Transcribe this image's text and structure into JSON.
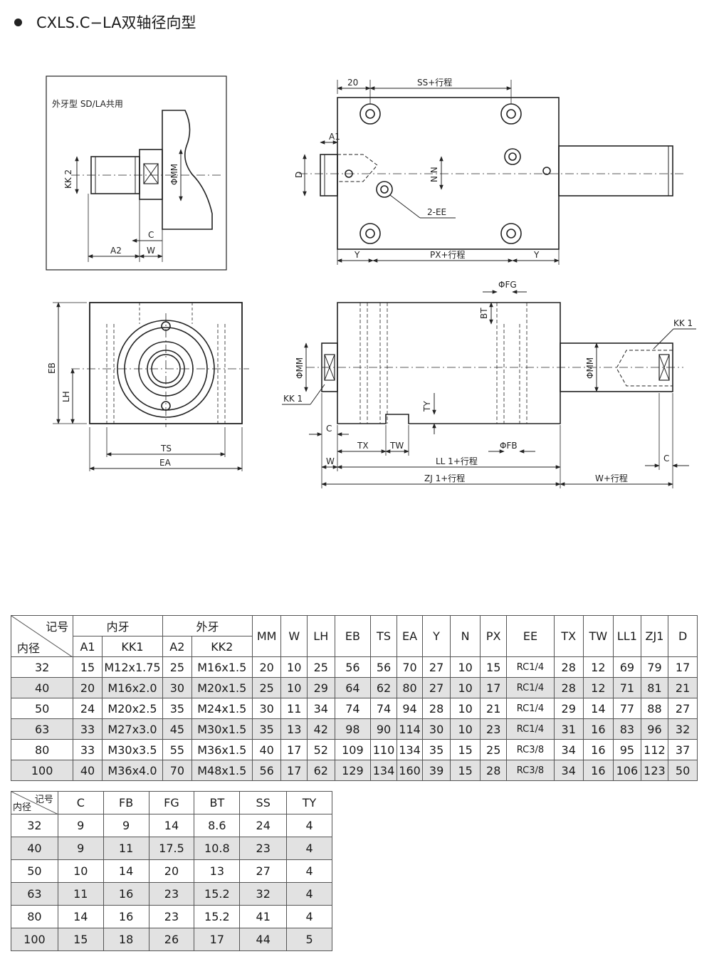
{
  "heading": {
    "title": "CXLS.C−LA双轴径向型"
  },
  "drawing": {
    "inset_title": "外牙型  SD/LA共用",
    "labels": {
      "kk2": "KK 2",
      "mm": "ΦMM",
      "c": "C",
      "a2": "A2",
      "w": "W",
      "twenty": "20",
      "ss": "SS+行程",
      "a1": "A1",
      "d": "D",
      "nn": "N N",
      "ee": "2-EE",
      "y": "Y",
      "px": "PX+行程",
      "fg": "ΦFG",
      "bt": "BT",
      "kk1": "KK 1",
      "ty": "TY",
      "tx": "TX",
      "tw": "TW",
      "fb": "ΦFB",
      "ll": "LL 1+行程",
      "zj": "ZJ 1+行程",
      "wstroke": "W+行程",
      "eb": "EB",
      "lh": "LH",
      "ts": "TS",
      "ea": "EA"
    }
  },
  "table1": {
    "corner_top": "记号",
    "corner_bottom": "内径",
    "group_inner": "内牙",
    "group_outer": "外牙",
    "sub_headers": [
      "A1",
      "KK1",
      "A2",
      "KK2"
    ],
    "headers": [
      "MM",
      "W",
      "LH",
      "EB",
      "TS",
      "EA",
      "Y",
      "N",
      "PX",
      "EE",
      "TX",
      "TW",
      "LL1",
      "ZJ1",
      "D"
    ],
    "rows": [
      [
        "32",
        "15",
        "M12x1.75",
        "25",
        "M16x1.5",
        "20",
        "10",
        "25",
        "56",
        "56",
        "70",
        "27",
        "10",
        "15",
        "RC1/4",
        "28",
        "12",
        "69",
        "79",
        "17"
      ],
      [
        "40",
        "20",
        "M16x2.0",
        "30",
        "M20x1.5",
        "25",
        "10",
        "29",
        "64",
        "62",
        "80",
        "27",
        "10",
        "17",
        "RC1/4",
        "28",
        "12",
        "71",
        "81",
        "21"
      ],
      [
        "50",
        "24",
        "M20x2.5",
        "35",
        "M24x1.5",
        "30",
        "11",
        "34",
        "74",
        "74",
        "94",
        "28",
        "10",
        "21",
        "RC1/4",
        "29",
        "14",
        "77",
        "88",
        "27"
      ],
      [
        "63",
        "33",
        "M27x3.0",
        "45",
        "M30x1.5",
        "35",
        "13",
        "42",
        "98",
        "90",
        "114",
        "30",
        "10",
        "23",
        "RC1/4",
        "31",
        "16",
        "83",
        "96",
        "32"
      ],
      [
        "80",
        "33",
        "M30x3.5",
        "55",
        "M36x1.5",
        "40",
        "17",
        "52",
        "109",
        "110",
        "134",
        "35",
        "15",
        "25",
        "RC3/8",
        "34",
        "16",
        "95",
        "112",
        "37"
      ],
      [
        "100",
        "40",
        "M36x4.0",
        "70",
        "M48x1.5",
        "56",
        "17",
        "62",
        "129",
        "134",
        "160",
        "39",
        "15",
        "28",
        "RC3/8",
        "34",
        "16",
        "106",
        "123",
        "50"
      ]
    ]
  },
  "table2": {
    "corner_top": "记号",
    "corner_bottom": "内径",
    "headers": [
      "C",
      "FB",
      "FG",
      "BT",
      "SS",
      "TY"
    ],
    "rows": [
      [
        "32",
        "9",
        "9",
        "14",
        "8.6",
        "24",
        "4"
      ],
      [
        "40",
        "9",
        "11",
        "17.5",
        "10.8",
        "23",
        "4"
      ],
      [
        "50",
        "10",
        "14",
        "20",
        "13",
        "27",
        "4"
      ],
      [
        "63",
        "11",
        "16",
        "23",
        "15.2",
        "32",
        "4"
      ],
      [
        "80",
        "14",
        "16",
        "23",
        "15.2",
        "41",
        "4"
      ],
      [
        "100",
        "15",
        "18",
        "26",
        "17",
        "44",
        "5"
      ]
    ]
  }
}
